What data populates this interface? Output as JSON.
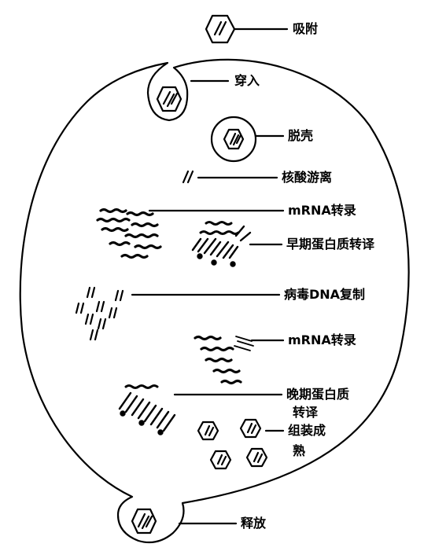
{
  "diagram": {
    "stages": {
      "adsorption": "吸附",
      "penetration": "穿入",
      "uncoating": "脱壳",
      "nucleic_acid_release": "核酸游离",
      "mrna_transcription_early": "mRNA转录",
      "early_protein": "早期蛋白质转译",
      "dna_replication": "病毒DNA复制",
      "mrna_transcription_late": "mRNA转录",
      "late_protein_line1": "晚期蛋白质",
      "late_protein_line2": "转译",
      "assembly_line1": "组装成",
      "assembly_line2": "熟",
      "release": "释放"
    }
  }
}
